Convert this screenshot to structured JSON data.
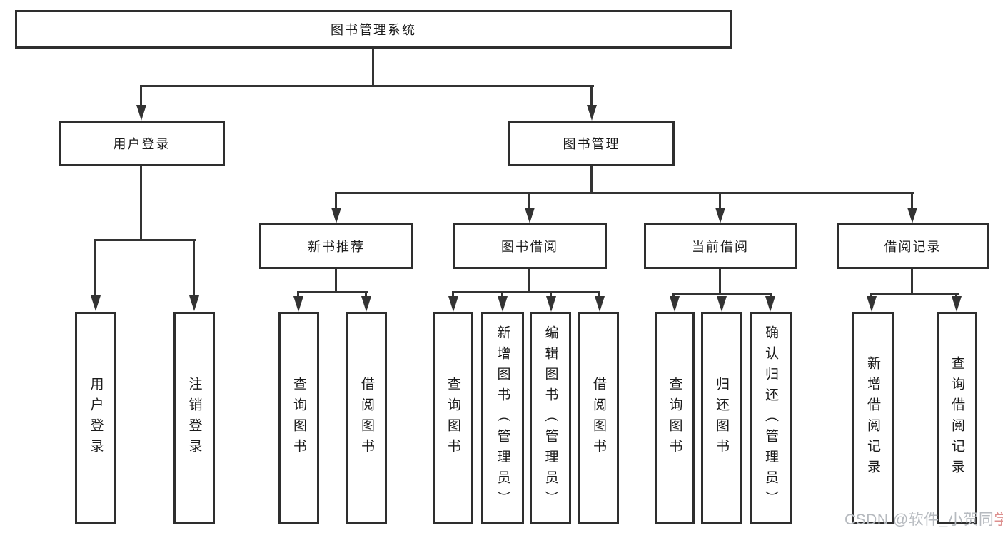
{
  "tree": {
    "label": "图书管理系统",
    "children": [
      {
        "label": "用户登录",
        "children": [
          {
            "label": "用户登录"
          },
          {
            "label": "注销登录"
          }
        ]
      },
      {
        "label": "图书管理",
        "children": [
          {
            "label": "新书推荐",
            "children": [
              {
                "label": "查询图书"
              },
              {
                "label": "借阅图书"
              }
            ]
          },
          {
            "label": "图书借阅",
            "children": [
              {
                "label": "查询图书"
              },
              {
                "label": "新增图书（管理员）"
              },
              {
                "label": "编辑图书（管理员）"
              },
              {
                "label": "借阅图书"
              }
            ]
          },
          {
            "label": "当前借阅",
            "children": [
              {
                "label": "查询图书"
              },
              {
                "label": "归还图书"
              },
              {
                "label": "确认归还（管理员）"
              }
            ]
          },
          {
            "label": "借阅记录",
            "children": [
              {
                "label": "新增借阅记录"
              },
              {
                "label": "查询借阅记录"
              }
            ]
          }
        ]
      }
    ]
  },
  "watermark": {
    "main": "CSDN @软件_小贺同学",
    "main_visible_part": "CSDN @软件_小贺同",
    "accent_char": "学"
  },
  "style": {
    "line_color": "#333333",
    "box_border_color": "#2e2e2e",
    "text_color": "#1b1b1b",
    "watermark_color": "#b6babf",
    "watermark_accent_color": "#dd8f8e",
    "background_color": "#ffffff"
  }
}
